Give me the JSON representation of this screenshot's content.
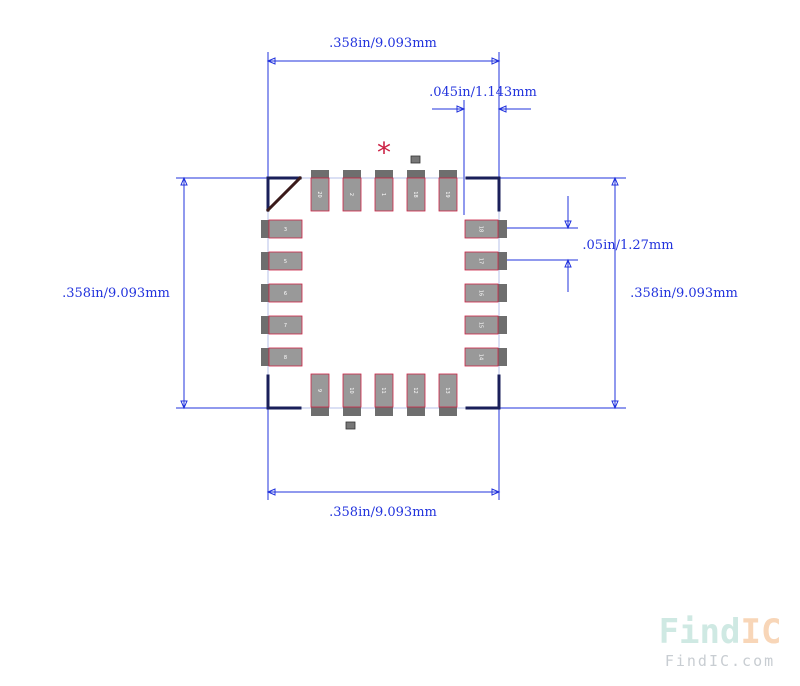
{
  "diagram": {
    "dimensions": {
      "top_width": ".358in/9.093mm",
      "pad_width": ".045in/1.143mm",
      "pitch": ".05in/1.27mm",
      "left_height": ".358in/9.093mm",
      "right_height": ".358in/9.093mm",
      "bottom_width": ".358in/9.093mm"
    },
    "pin1_marker": "*",
    "pins": {
      "top": [
        "20",
        "2",
        "1",
        "18",
        "19"
      ],
      "left": [
        "3",
        "5",
        "6",
        "7",
        "8"
      ],
      "bottom": [
        "9",
        "10",
        "11",
        "12",
        "13"
      ],
      "right": [
        "18",
        "17",
        "16",
        "15",
        "14"
      ]
    }
  },
  "watermark": {
    "brand": "FindIC",
    "url": "FindIC.com"
  },
  "colors": {
    "dimension_line": "#2233dd",
    "pad_fill": "#999999",
    "pad_outline": "#cc2244",
    "silkscreen": "#1a1f5a",
    "marker": "#cc2244"
  }
}
